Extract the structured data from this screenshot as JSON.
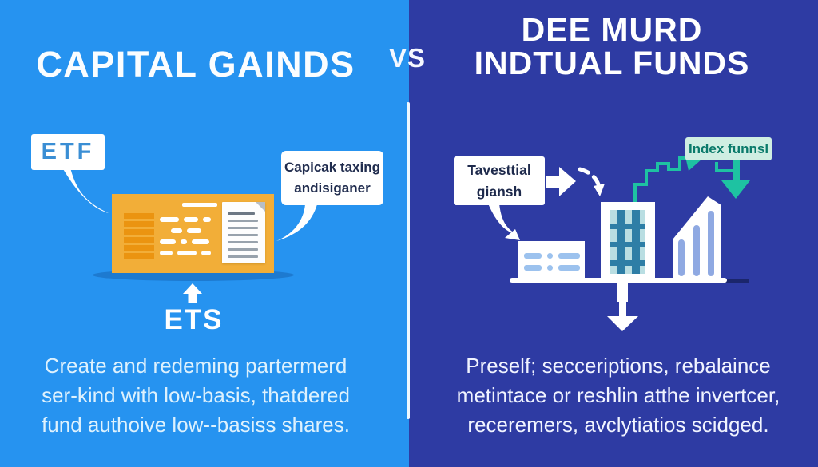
{
  "vs_label": "VS",
  "left": {
    "title": "CAPITAL GAINDS",
    "etf_tag": "ETF",
    "bubble_line1": "Capicak taxing",
    "bubble_line2": "andisiganer",
    "ets_label": "ETS",
    "desc_line1": "Create and redeming partermerd",
    "desc_line2": "ser-kind with low-basis, thatdered",
    "desc_line3": "fund authoive low--basiss shares."
  },
  "right": {
    "title_line1": "DEE MURD",
    "title_line2": "INDTUAL FUNDS",
    "bubble_line1": "Tavesttial",
    "bubble_line2": "giansh",
    "index_tag": "Index funnsl",
    "desc_line1": "Preself; secceriptions, rebalaince",
    "desc_line2": "metintace or reshlin atthe invertcer,",
    "desc_line3": "receremers, avclytiatios scidged."
  },
  "icons": {
    "left": [
      "speech-bubble-etf",
      "etf-card",
      "document-icon",
      "up-arrow-icon"
    ],
    "right": [
      "speech-bubble-investor",
      "block-arrow-right-icon",
      "dashed-curve-arrow-icon",
      "office-building-icon",
      "window-building-icon",
      "growth-chart-building-icon",
      "index-zigzag-line",
      "teal-down-arrow-icon",
      "white-down-arrow-icon"
    ]
  },
  "colors": {
    "left_background": "#2693f0",
    "right_background": "#2e3ba3",
    "card_orange": "#f2ae38",
    "card_stripe_orange": "#eb9410",
    "accent_teal": "#1ec2a2",
    "index_tag_background": "#cfeee2",
    "index_tag_text": "#0a7a6a",
    "etf_text_blue": "#3a8ed4",
    "bubble_text_navy": "#202c4e",
    "left_paragraph_text": "#ddf1fd",
    "right_paragraph_text": "#f0f3ff"
  }
}
